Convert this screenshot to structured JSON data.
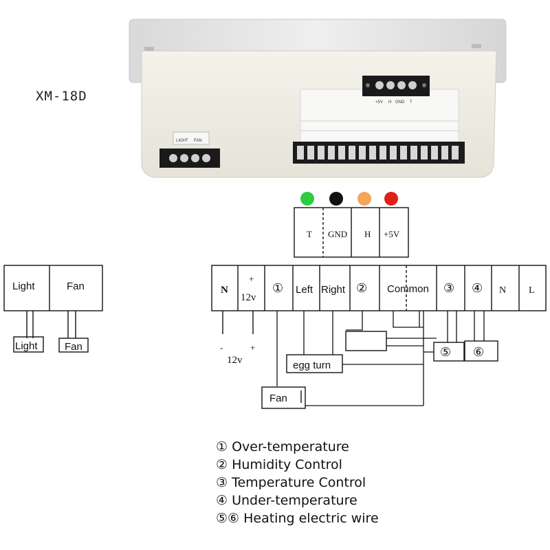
{
  "product": {
    "model": "XM-18D",
    "top_terminal_labels": [
      "+5V",
      "H",
      "GND",
      "T"
    ],
    "left_terminal_labels": [
      "LIGHT",
      "FAN"
    ]
  },
  "sensor_connector": {
    "dots": [
      {
        "color": "#2ecc40"
      },
      {
        "color": "#111111"
      },
      {
        "color": "#f5a55a"
      },
      {
        "color": "#e0201a"
      }
    ],
    "pins": [
      "T",
      "GND",
      "H",
      "+5V"
    ]
  },
  "left_connector": {
    "cells": [
      "Light",
      "Fan"
    ],
    "loads": [
      "Light",
      "Fan"
    ]
  },
  "main_terminal": {
    "cells": [
      "N",
      "+\n12v",
      "①",
      "Left",
      "Right",
      "②",
      "Common",
      "③",
      "④",
      "N",
      "L"
    ]
  },
  "power_labels": {
    "minus": "-",
    "plus": "+",
    "voltage": "12v"
  },
  "loads": {
    "egg_turn": "egg turn",
    "fan": "Fan",
    "heater_5": "⑤",
    "heater_6": "⑥"
  },
  "legend": [
    "① Over-temperature",
    "② Humidity Control",
    "③ Temperature Control",
    "④ Under-temperature",
    "⑤⑥ Heating electric wire"
  ]
}
